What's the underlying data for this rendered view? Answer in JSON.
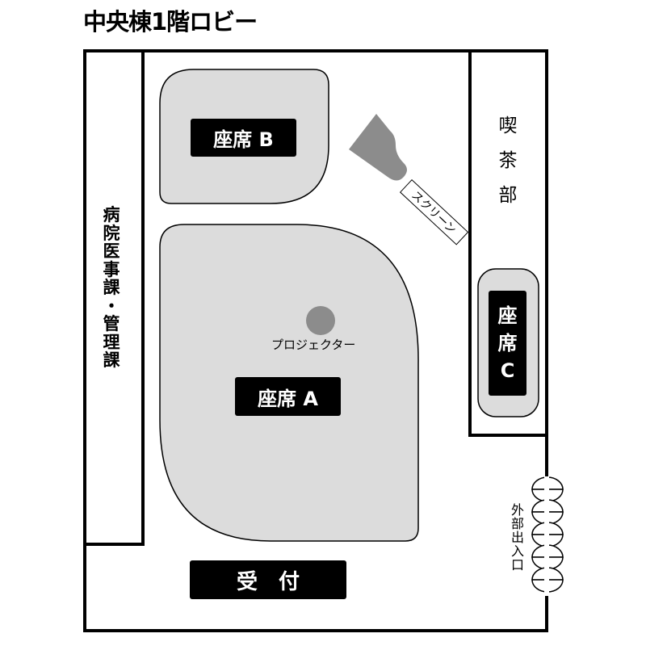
{
  "title": "中央棟1階ロビー",
  "labels": {
    "seat_a": "座席 A",
    "seat_b": "座席 B",
    "seat_c_chars": [
      "座",
      "席",
      "C"
    ],
    "reception": "受　付",
    "projector": "プロジェクター",
    "screen": "スクリーン",
    "cafe_chars": [
      "喫",
      "茶",
      "部"
    ],
    "dept_chars": [
      "病",
      "院",
      "医",
      "事",
      "課",
      "・",
      "管",
      "理",
      "課"
    ],
    "exit_chars": [
      "外",
      "部",
      "出",
      "入",
      "口"
    ]
  },
  "colors": {
    "area_fill": "#dcdcdc",
    "projector": "#8c8c8c",
    "piano": "#8c8c8c",
    "line": "#000000",
    "label_bg": "#000000",
    "label_text": "#ffffff"
  }
}
